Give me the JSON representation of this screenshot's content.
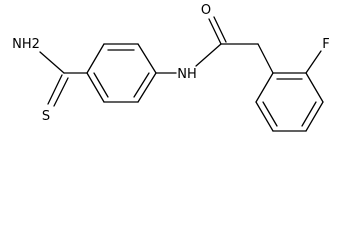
{
  "molecule": {
    "atom_labels": {
      "thioamide_nh2": "NH2",
      "thioamide_s": "S",
      "amide_nh": "NH",
      "carbonyl_o": "O",
      "fluorine": "F"
    }
  },
  "colors": {
    "bond": "#000000",
    "label": "#000000",
    "background": "#ffffff"
  }
}
